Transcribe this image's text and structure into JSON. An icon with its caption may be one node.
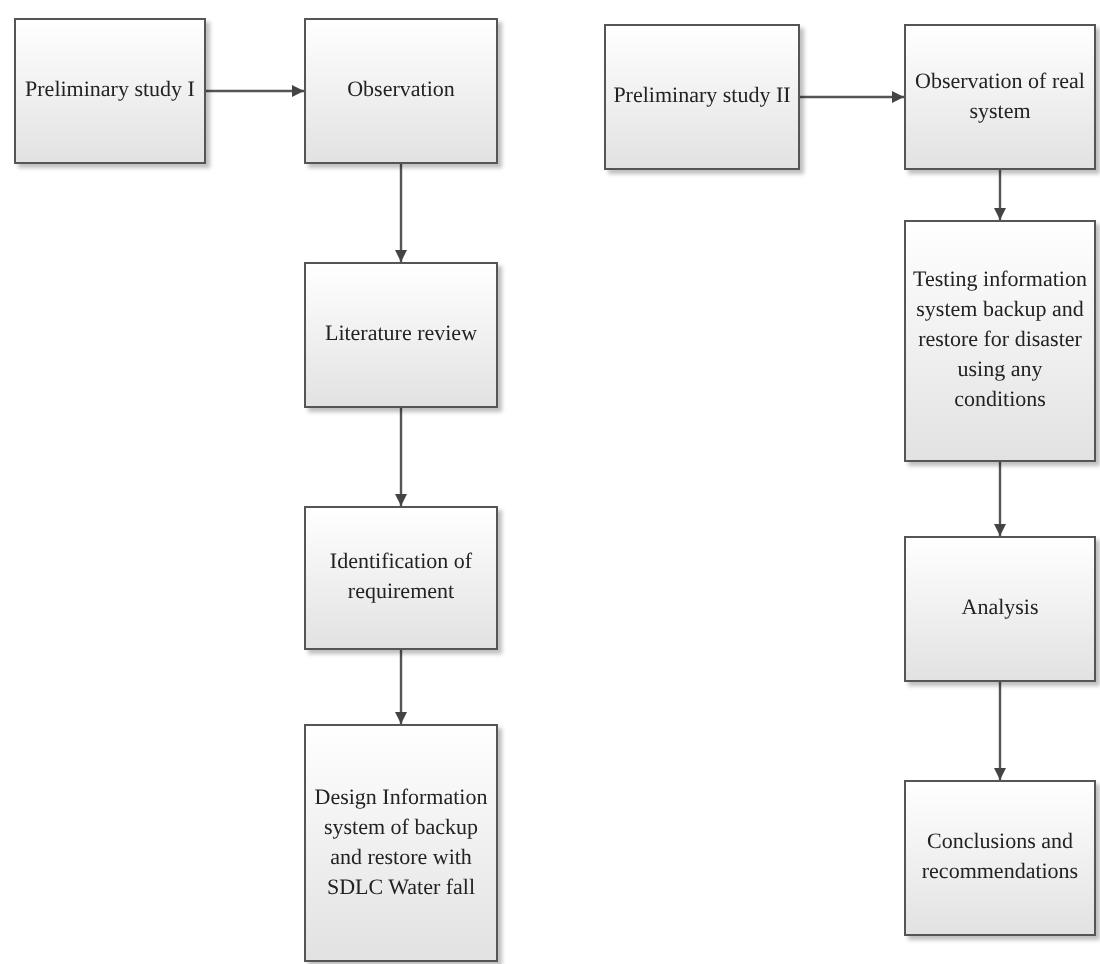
{
  "diagram": {
    "nodes": [
      {
        "text": [
          "Preliminary study I"
        ]
      },
      {
        "text": [
          "Observation"
        ]
      },
      {
        "text": [
          "Literature review"
        ]
      },
      {
        "text": [
          "Identification of requirement"
        ]
      },
      {
        "text": [
          "Design Information system of backup and restore with SDLC Water fall"
        ]
      },
      {
        "text": [
          "Preliminary study II"
        ]
      },
      {
        "text": [
          "Observation of real system"
        ]
      },
      {
        "text": [
          "Testing information system backup and restore for disaster using any conditions"
        ]
      },
      {
        "text": [
          "Analysis"
        ]
      },
      {
        "text": [
          "Conclusions and recommendations"
        ]
      }
    ],
    "edges": [
      {
        "from": 0,
        "to": 1,
        "arrow": "to"
      },
      {
        "from": 1,
        "to": 2,
        "arrow": "to"
      },
      {
        "from": 2,
        "to": 3,
        "arrow": "to"
      },
      {
        "from": 3,
        "to": 4,
        "arrow": "to"
      },
      {
        "from": 5,
        "to": 6,
        "arrow": "to"
      },
      {
        "from": 6,
        "to": 7,
        "arrow": "to"
      },
      {
        "from": 7,
        "to": 8,
        "arrow": "to"
      },
      {
        "from": 8,
        "to": 9,
        "arrow": "to"
      }
    ]
  }
}
